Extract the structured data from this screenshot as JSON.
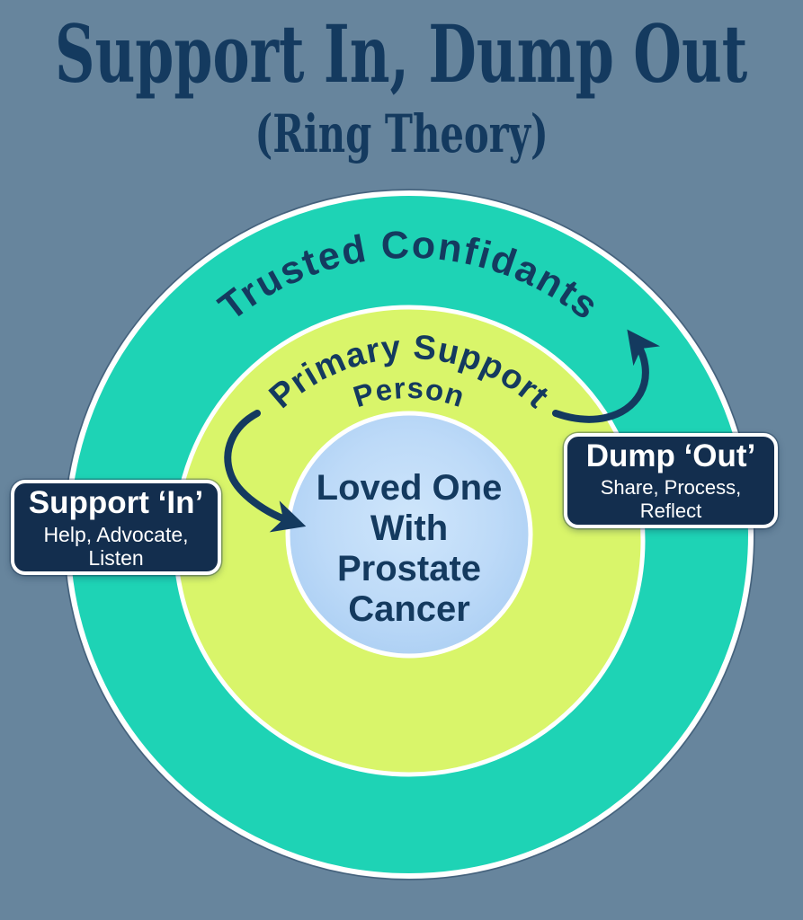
{
  "title": {
    "main": "Support In, Dump Out",
    "subtitle": "(Ring Theory)"
  },
  "rings": {
    "outer": {
      "label": "Trusted Confidants",
      "fill": "#1ed3b5"
    },
    "middle": {
      "label": "Primary Support",
      "sublabel": "Person",
      "fill": "#d9f56a"
    },
    "center": {
      "lines": [
        "Loved One",
        "With",
        "Prostate",
        "Cancer"
      ],
      "fill_center": "#cfe6fb",
      "fill_mid": "#bddaf8",
      "fill_edge": "#a7ccf2"
    }
  },
  "callouts": {
    "support_in": {
      "title": "Support ‘In’",
      "subtitle": "Help, Advocate, Listen"
    },
    "dump_out": {
      "title": "Dump ‘Out’",
      "subtitle": "Share, Process, Reflect"
    }
  },
  "colors": {
    "background": "#67859d",
    "text_navy": "#143a5f",
    "callout_bg": "#132e4e",
    "ring_border": "#ffffff",
    "arrow": "#143a5f"
  }
}
